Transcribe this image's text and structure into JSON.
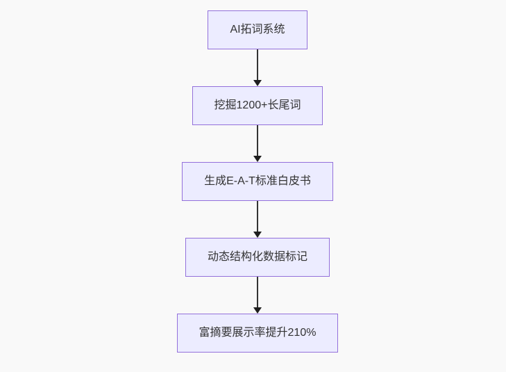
{
  "page": {
    "background_color": "#f9f9f9"
  },
  "flowchart": {
    "type": "flowchart",
    "direction": "top-down",
    "node_fill_color": "#ececff",
    "node_border_color": "#9370db",
    "node_text_color": "#333333",
    "arrow_color": "#333333",
    "nodes": [
      {
        "label": "AI拓词系统"
      },
      {
        "label": "挖掘1200+长尾词"
      },
      {
        "label": "生成E-A-T标准白皮书"
      },
      {
        "label": "动态结构化数据标记"
      },
      {
        "label": "富摘要展示率提升210%"
      }
    ],
    "edges": [
      {
        "from": 0,
        "to": 1
      },
      {
        "from": 1,
        "to": 2
      },
      {
        "from": 2,
        "to": 3
      },
      {
        "from": 3,
        "to": 4
      }
    ]
  }
}
